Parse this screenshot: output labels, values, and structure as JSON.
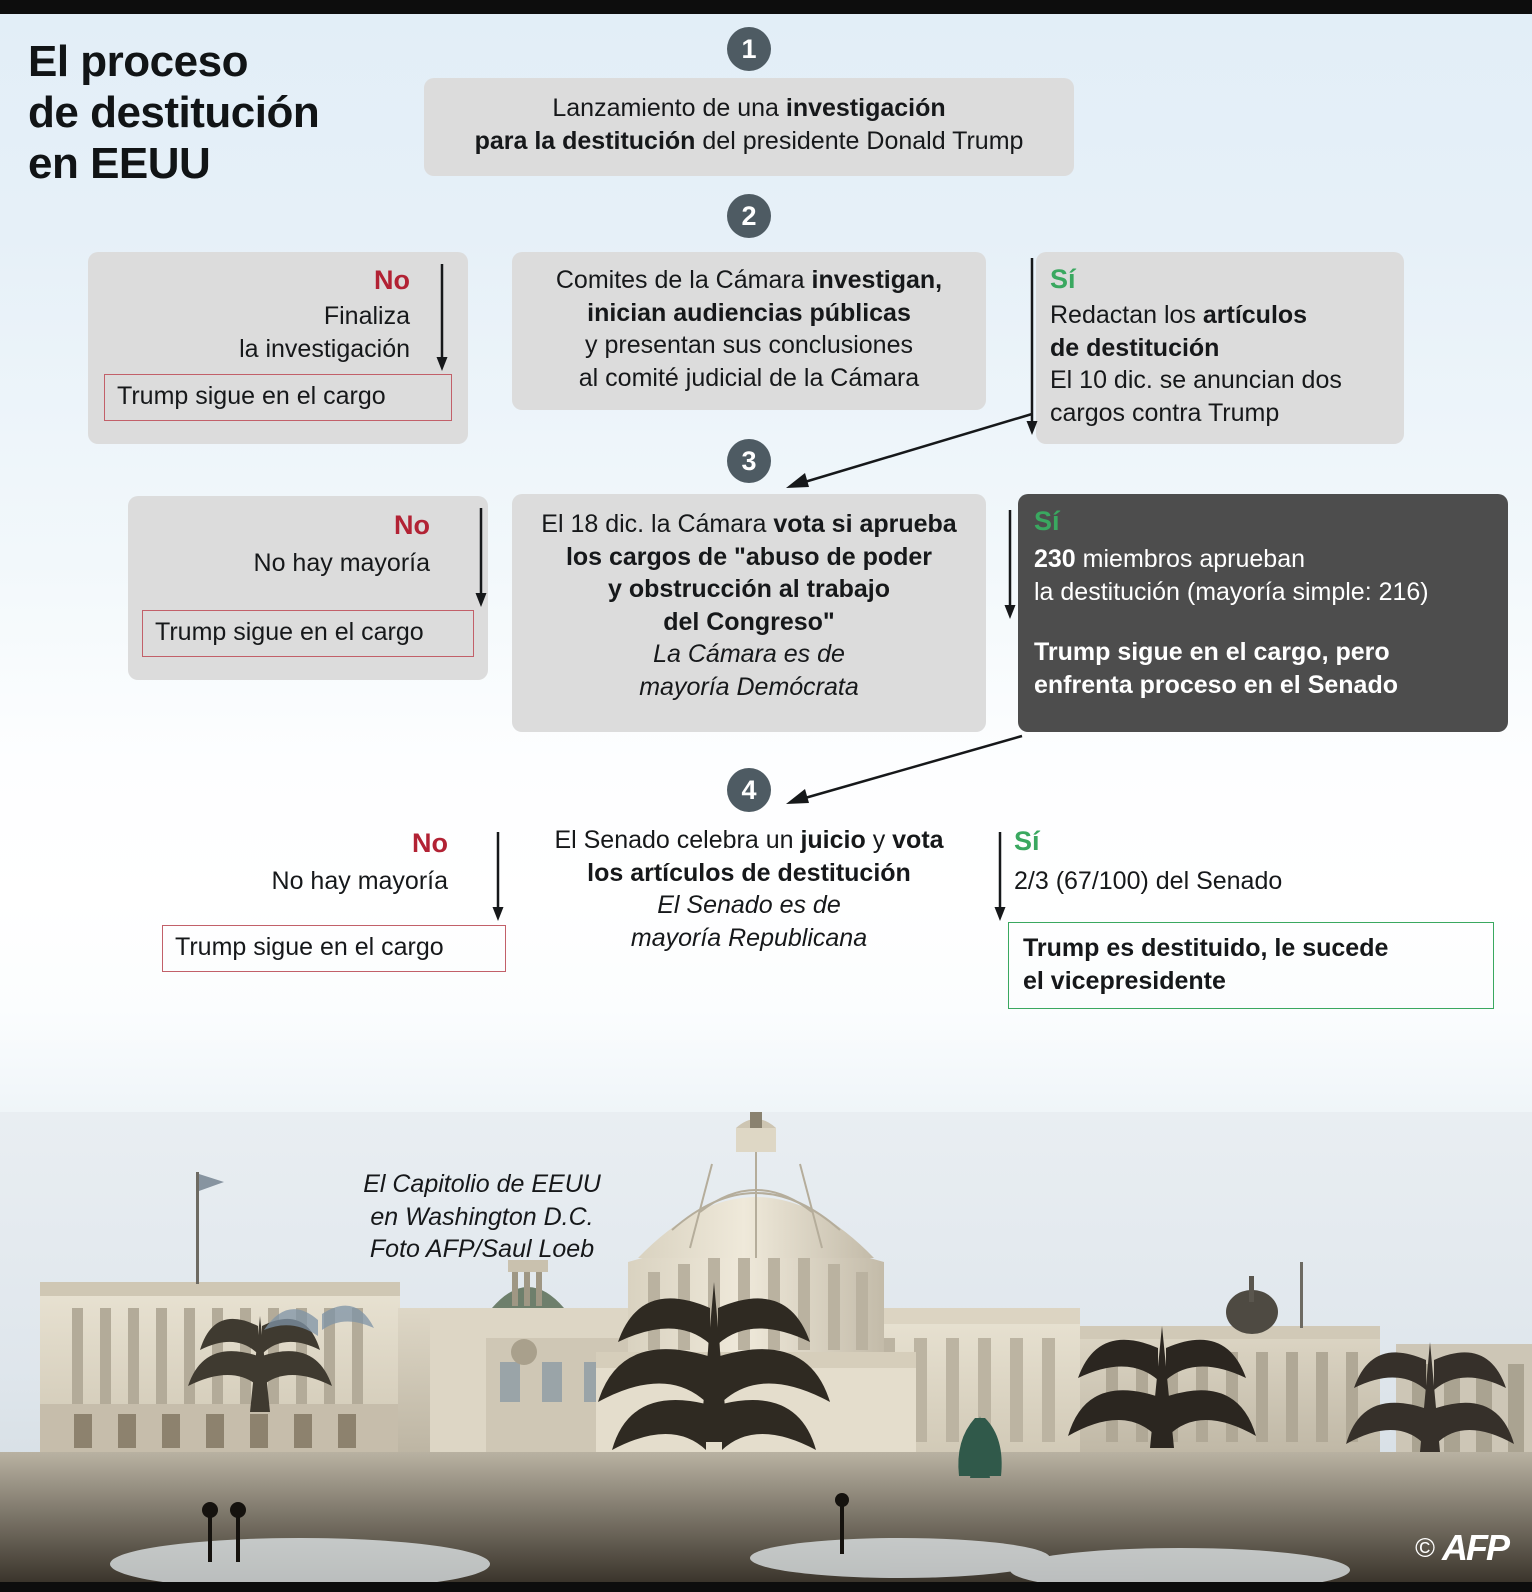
{
  "title": "El proceso\nde destitución\nen EEUU",
  "steps": [
    {
      "number": "1",
      "main_html": "Lanzamiento de una <b>investigación</b><br><b>para la destitución</b> del presidente Donald Trump"
    },
    {
      "number": "2",
      "no_label": "No",
      "no_text": "Finaliza\nla investigación",
      "no_outcome": "Trump sigue en el cargo",
      "main_html": "Comites de la Cámara <b>investigan,</b><br><b>inician audiencias públicas</b><br>y presentan sus conclusiones<br>al comité judicial de la Cámara",
      "yes_label": "Sí",
      "yes_html": "Redactan los <b>artículos</b><br><b>de destitución</b><br>El 10 dic. se anuncian dos<br>cargos contra Trump"
    },
    {
      "number": "3",
      "no_label": "No",
      "no_text": "No hay mayoría",
      "no_outcome": "Trump sigue en el cargo",
      "main_html": "El 18 dic. la Cámara <b>vota si aprueba</b><br><b>los cargos de \"abuso de poder</b><br><b>y obstrucción al trabajo</b><br><b>del Congreso\"</b><br><i>La Cámara es de</i><br><i>mayoría Demócrata</i>",
      "yes_label": "Sí",
      "yes_html": "<b>230</b> miembros aprueban<br>la destitución (mayoría simple: 216)",
      "yes_outcome_html": "<b>Trump sigue en el cargo, pero</b><br><b>enfrenta proceso en el Senado</b>"
    },
    {
      "number": "4",
      "no_label": "No",
      "no_text": "No hay mayoría",
      "no_outcome": "Trump sigue en el cargo",
      "main_html": "El Senado celebra un <b>juicio</b> y <b>vota</b><br><b>los artículos de destitución</b><br><i>El Senado es de</i><br><i>mayoría Republicana</i>",
      "yes_label": "Sí",
      "yes_text": "2/3 (67/100) del Senado",
      "yes_outcome_html": "Trump es destituido, le sucede<br>el vicepresidente"
    }
  ],
  "photo_caption": "El Capitolio de EEUU\nen Washington D.C.\nFoto AFP/Saul Loeb",
  "credit": {
    "copyright": "©",
    "agency": "AFP"
  },
  "colors": {
    "no_red": "#b22234",
    "yes_green": "#3aa860",
    "badge": "#4e5b63",
    "box_gray": "#dcdcdc",
    "box_dark": "#4d4d4d",
    "outcome_red_border": "#c26069",
    "outcome_green_border": "#3aa860",
    "background_top": "#e2eef7"
  }
}
